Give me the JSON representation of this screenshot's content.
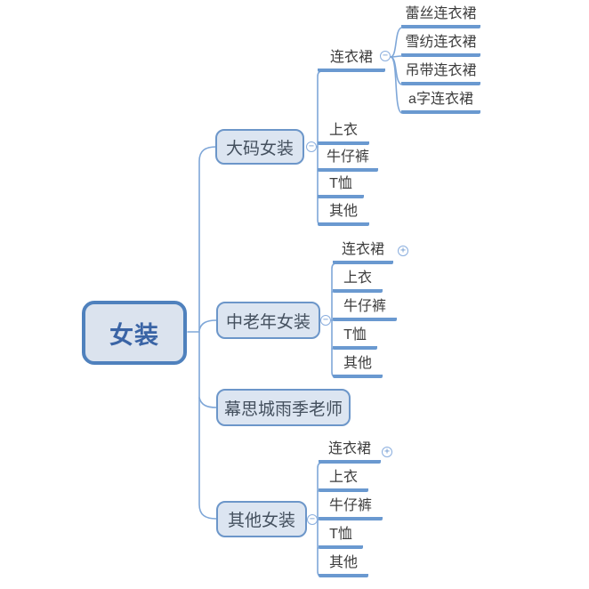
{
  "app": {
    "title": "mindmap-canvas"
  },
  "ui": {
    "collapse_glyph": "−",
    "expand_glyph": "+"
  },
  "colors": {
    "root_border": "#4f81bd",
    "node_border": "#6c96c9",
    "node_fill": "#dce5f1",
    "connector": "#7fa7d8",
    "underline": "#6a99d0",
    "root_text": "#3a64a5",
    "branch_text": "#44505e",
    "leaf_text": "#3d3d3d"
  },
  "root": {
    "label": "女装"
  },
  "branches": [
    {
      "label": "大码女装",
      "toggle": "collapsed-open",
      "children": [
        {
          "label": "连衣裙",
          "toggle": "collapsed-open",
          "children": [
            {
              "label": "蕾丝连衣裙"
            },
            {
              "label": "雪纺连衣裙"
            },
            {
              "label": "吊带连衣裙"
            },
            {
              "label": "a字连衣裙"
            }
          ]
        },
        {
          "label": "上衣"
        },
        {
          "label": "牛仔裤"
        },
        {
          "label": "T恤"
        },
        {
          "label": "其他"
        }
      ]
    },
    {
      "label": "中老年女装",
      "toggle": "collapsed-open",
      "children": [
        {
          "label": "连衣裙",
          "toggle": "collapsed-closed"
        },
        {
          "label": "上衣"
        },
        {
          "label": "牛仔裤"
        },
        {
          "label": "T恤"
        },
        {
          "label": "其他"
        }
      ]
    },
    {
      "label": "幕思城雨季老师"
    },
    {
      "label": "其他女装",
      "toggle": "collapsed-open",
      "children": [
        {
          "label": "连衣裙",
          "toggle": "collapsed-closed"
        },
        {
          "label": "上衣"
        },
        {
          "label": "牛仔裤"
        },
        {
          "label": "T恤"
        },
        {
          "label": "其他"
        }
      ]
    }
  ]
}
